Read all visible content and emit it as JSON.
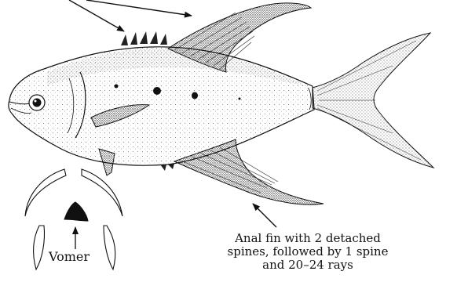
{
  "labels": {
    "anal_fin_line1": "Anal fin with 2 detached",
    "anal_fin_line2": "spines, followed by 1 spine",
    "anal_fin_line3": "and 20–24 rays",
    "vomer": "Vomer"
  },
  "colors": {
    "ink": "#111111",
    "stipple": "#333333",
    "background": "#ffffff"
  }
}
